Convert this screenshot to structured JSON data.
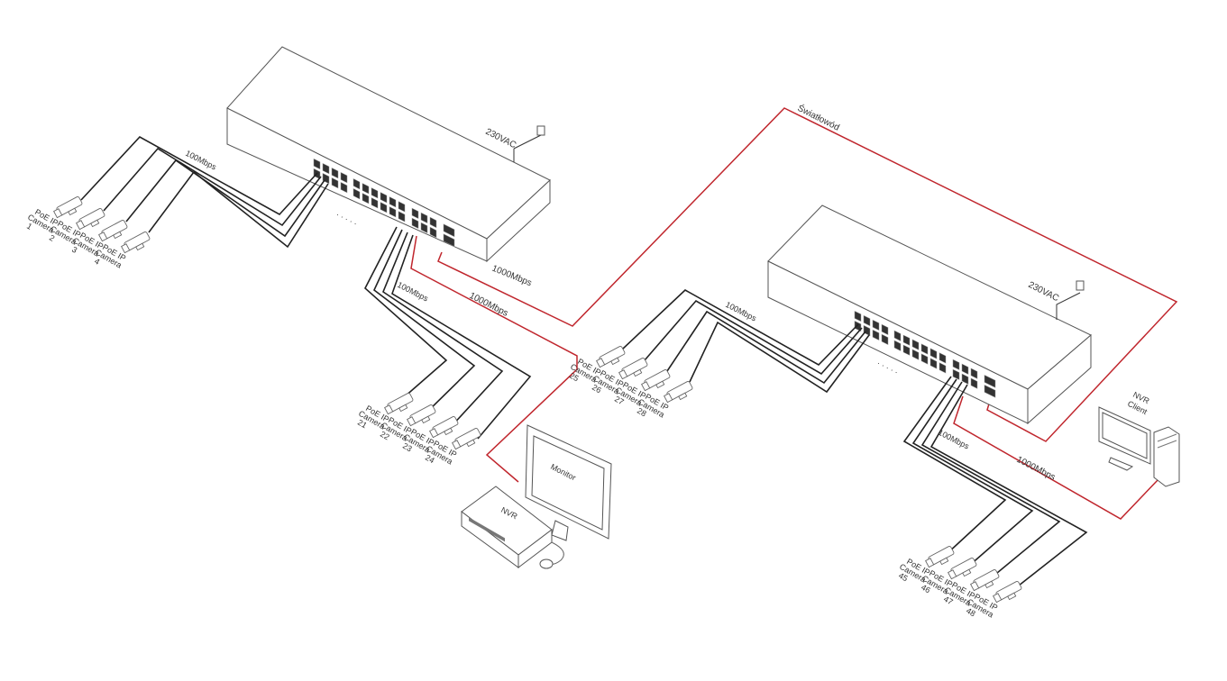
{
  "switches": [
    {
      "power_label": "230VAC",
      "cable_speed_label": "100Mbps",
      "uplink_speed_label": "1000Mbps",
      "ellipsis": "· · · · ·"
    },
    {
      "power_label": "230VAC",
      "cable_speed_label": "100Mbps",
      "uplink_speed_label": "1000Mbps",
      "ellipsis": "· · · · ·"
    }
  ],
  "group_labels": {
    "left_cable_speed": "100Mbps",
    "nvr_link_speed": "1000Mbps"
  },
  "fibre_label": "Światłowód",
  "cameras_group_1": [
    {
      "line1": "PoE IP",
      "line2": "Camera",
      "num": "1"
    },
    {
      "line1": "PoE IP",
      "line2": "Camera",
      "num": "2"
    },
    {
      "line1": "PoE IP",
      "line2": "Camera",
      "num": "3"
    },
    {
      "line1": "PoE IP",
      "line2": "Camera",
      "num": "4"
    }
  ],
  "cameras_group_2": [
    {
      "line1": "PoE IP",
      "line2": "Camera",
      "num": "21"
    },
    {
      "line1": "PoE IP",
      "line2": "Camera",
      "num": "22"
    },
    {
      "line1": "PoE IP",
      "line2": "Camera",
      "num": "23"
    },
    {
      "line1": "PoE IP",
      "line2": "Camera",
      "num": "24"
    }
  ],
  "cameras_group_3": [
    {
      "line1": "PoE IP",
      "line2": "Camera",
      "num": "25"
    },
    {
      "line1": "PoE IP",
      "line2": "Camera",
      "num": "26"
    },
    {
      "line1": "PoE IP",
      "line2": "Camera",
      "num": "27"
    },
    {
      "line1": "PoE IP",
      "line2": "Camera",
      "num": "28"
    }
  ],
  "cameras_group_4": [
    {
      "line1": "PoE IP",
      "line2": "Camera",
      "num": "45"
    },
    {
      "line1": "PoE IP",
      "line2": "Camera",
      "num": "46"
    },
    {
      "line1": "PoE IP",
      "line2": "Camera",
      "num": "47"
    },
    {
      "line1": "PoE IP",
      "line2": "Camera",
      "num": "48"
    }
  ],
  "devices": {
    "nvr": "NVR",
    "monitor": "Monitor",
    "nvr_client_line1": "NVR",
    "nvr_client_line2": "Client"
  },
  "colors": {
    "fibre": "#c0262d",
    "copper": "#222222"
  }
}
